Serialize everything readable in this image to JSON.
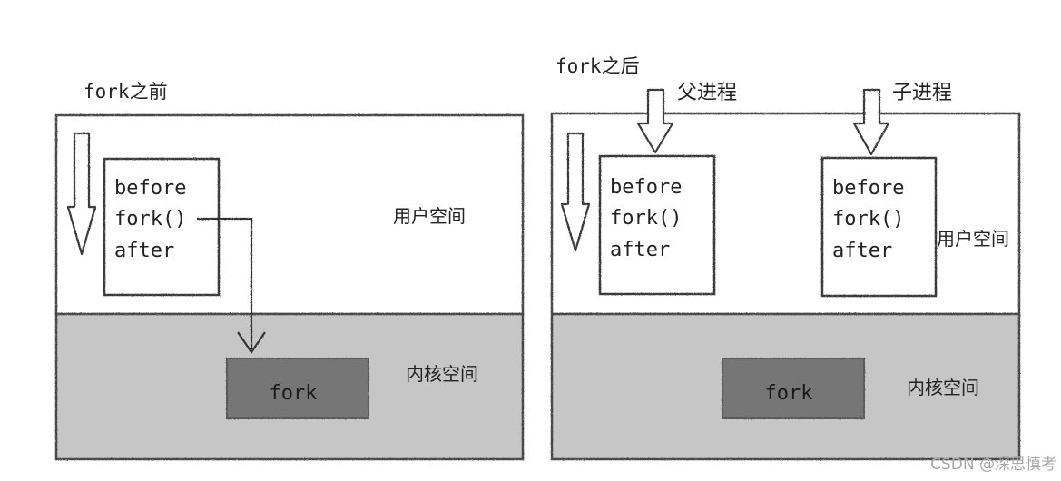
{
  "left_panel": {
    "title": "fork之前",
    "user_space_label": "用户空间",
    "kernel_space_label": "内核空间",
    "code_lines": [
      "before",
      "fork()",
      "after"
    ],
    "kernel_fork_label": "fork"
  },
  "right_panel": {
    "title": "fork之后",
    "parent_label": "父进程",
    "child_label": "子进程",
    "user_space_label": "用户空间",
    "kernel_space_label": "内核空间",
    "parent_code_lines": [
      "before",
      "fork()",
      "after"
    ],
    "child_code_lines": [
      "before",
      "fork()",
      "after"
    ],
    "kernel_fork_label": "fork"
  },
  "watermark": "CSDN @深思慎考",
  "colors": {
    "kernel_bg": "#c6c6c6",
    "fork_box": "#767676",
    "border": "#4a4a4a",
    "text": "#222222",
    "watermark": "#a8a8a8"
  }
}
